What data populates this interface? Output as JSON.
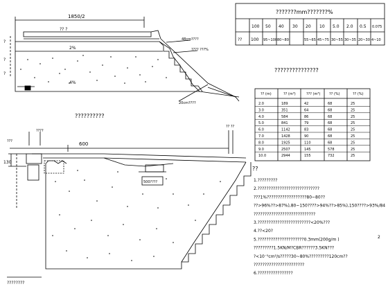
{
  "top_section": {
    "dim_width": "1850/2",
    "arrow_label": "?? ?",
    "left_marks": [
      "?",
      "?",
      "?"
    ],
    "slope_left": "2%",
    "slope_mid": "4%",
    "label_thickness": "48cm????",
    "label_layer": "???? ???%",
    "label_base": "20cm????"
  },
  "gradation_table": {
    "title": "???????mm???????%",
    "sieve_sizes": [
      "100",
      "50",
      "40",
      "30",
      "20",
      "10",
      "5.0",
      "2.0",
      "0.5",
      "0.075"
    ],
    "row_label": "??",
    "row_values": [
      "100",
      "95~100",
      "80~80",
      "",
      "55~65",
      "45~75",
      "30~55",
      "30~35",
      "20~30",
      "4~10"
    ]
  },
  "mix_table": {
    "title": "???????????????",
    "headers": [
      "??\n(m)",
      "??\n(m³)",
      "???\n(m³)",
      "??\n(%)",
      "??\n(%)"
    ],
    "rows": [
      [
        "2.0",
        "189",
        "42",
        "68",
        "25"
      ],
      [
        "3.0",
        "351",
        "64",
        "68",
        "25"
      ],
      [
        "4.0",
        "584",
        "86",
        "68",
        "25"
      ],
      [
        "5.0",
        "841",
        "79",
        "68",
        "25"
      ],
      [
        "6.0",
        "1142",
        "83",
        "68",
        "25"
      ],
      [
        "7.0",
        "1428",
        "90",
        "68",
        "25"
      ],
      [
        "8.0",
        "1925",
        "110",
        "68",
        "25"
      ],
      [
        "9.0",
        "2507",
        "145",
        "578",
        "25"
      ],
      [
        "10.0",
        "2944",
        "155",
        "732",
        "25"
      ]
    ]
  },
  "lower_section": {
    "title": "??????????",
    "dim_600": "600",
    "dim_130": "130",
    "label_left": "???",
    "label_box": "500????",
    "label_bottom": "????????",
    "label_left_top": "????",
    "label_top_right": "?? ??"
  },
  "notes": {
    "heading": "??",
    "lines": [
      "1.?????????",
      "2.????????????????????????????",
      "  ???1%??????????????????80~80??",
      "  ??>96%??>87%),80~150????>94%??>85%),150????>93%/84",
      "  ????????????????????????????",
      "3.????????????????????????<20%???",
      "4.??<20?",
      "5.?????????????????????0.3mm(200g/m )",
      "  ?????????1.5KN/M?CBR??????3.5KN???",
      "  ?<10⁻⁵cm²/s?????30~80%?????????120cm??",
      "  ???????????????????????",
      "6.????????????????"
    ],
    "page_mark": "2"
  }
}
